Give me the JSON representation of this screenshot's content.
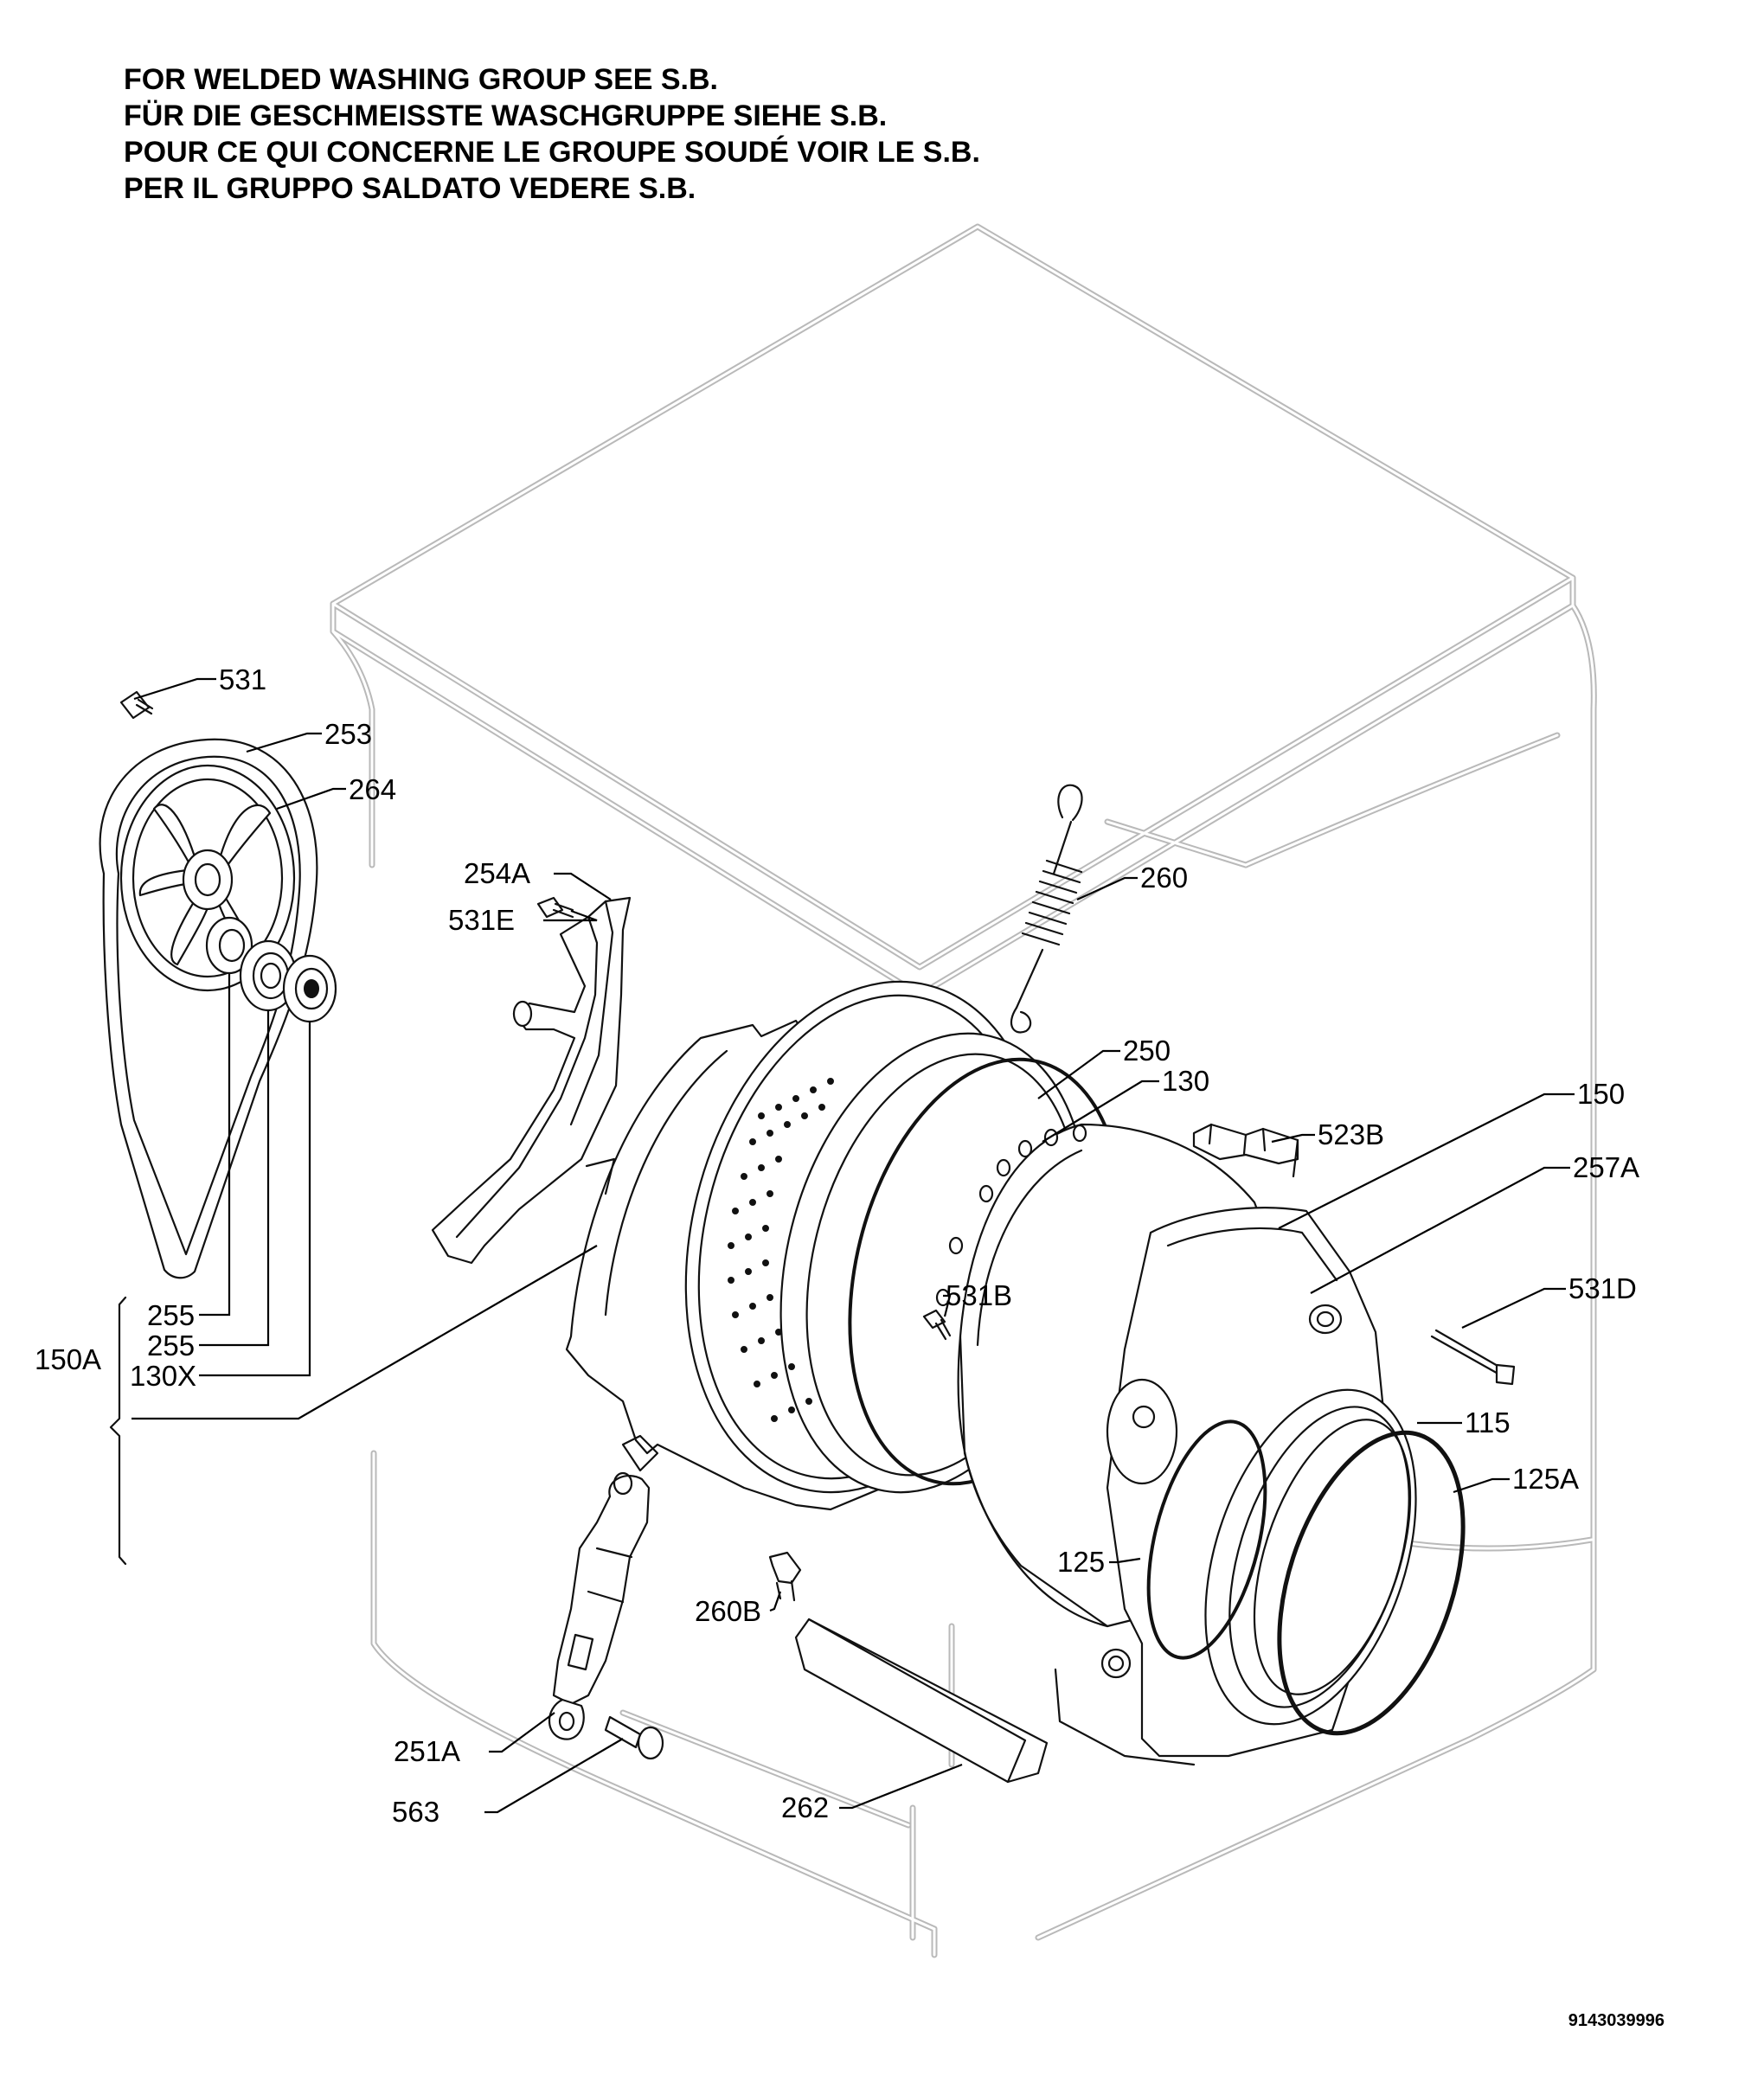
{
  "header": {
    "lines": [
      "FOR WELDED WASHING GROUP SEE S.B.",
      "FÜR DIE GESCHMEISSTE WASCHGRUPPE SIEHE S.B.",
      "POUR CE QUI CONCERNE LE GROUPE SOUDÉ VOIR LE S.B.",
      "PER IL GRUPPO SALDATO VEDERE S.B."
    ]
  },
  "document_code": "9143039996",
  "part_labels": {
    "p531": "531",
    "p253": "253",
    "p264": "264",
    "p254A": "254A",
    "p531E": "531E",
    "p260": "260",
    "p250": "250",
    "p130": "130",
    "p150": "150",
    "p523B": "523B",
    "p257A": "257A",
    "p531B": "531B",
    "p531D": "531D",
    "p255a": "255",
    "p255b": "255",
    "p130X": "130X",
    "p150A": "150A",
    "p115": "115",
    "p125A": "125A",
    "p125": "125",
    "p260B": "260B",
    "p251A": "251A",
    "p262": "262",
    "p563": "563"
  },
  "colors": {
    "outline": "#111111",
    "cabinet_ghost": "#b9b9b9",
    "background": "#ffffff"
  }
}
